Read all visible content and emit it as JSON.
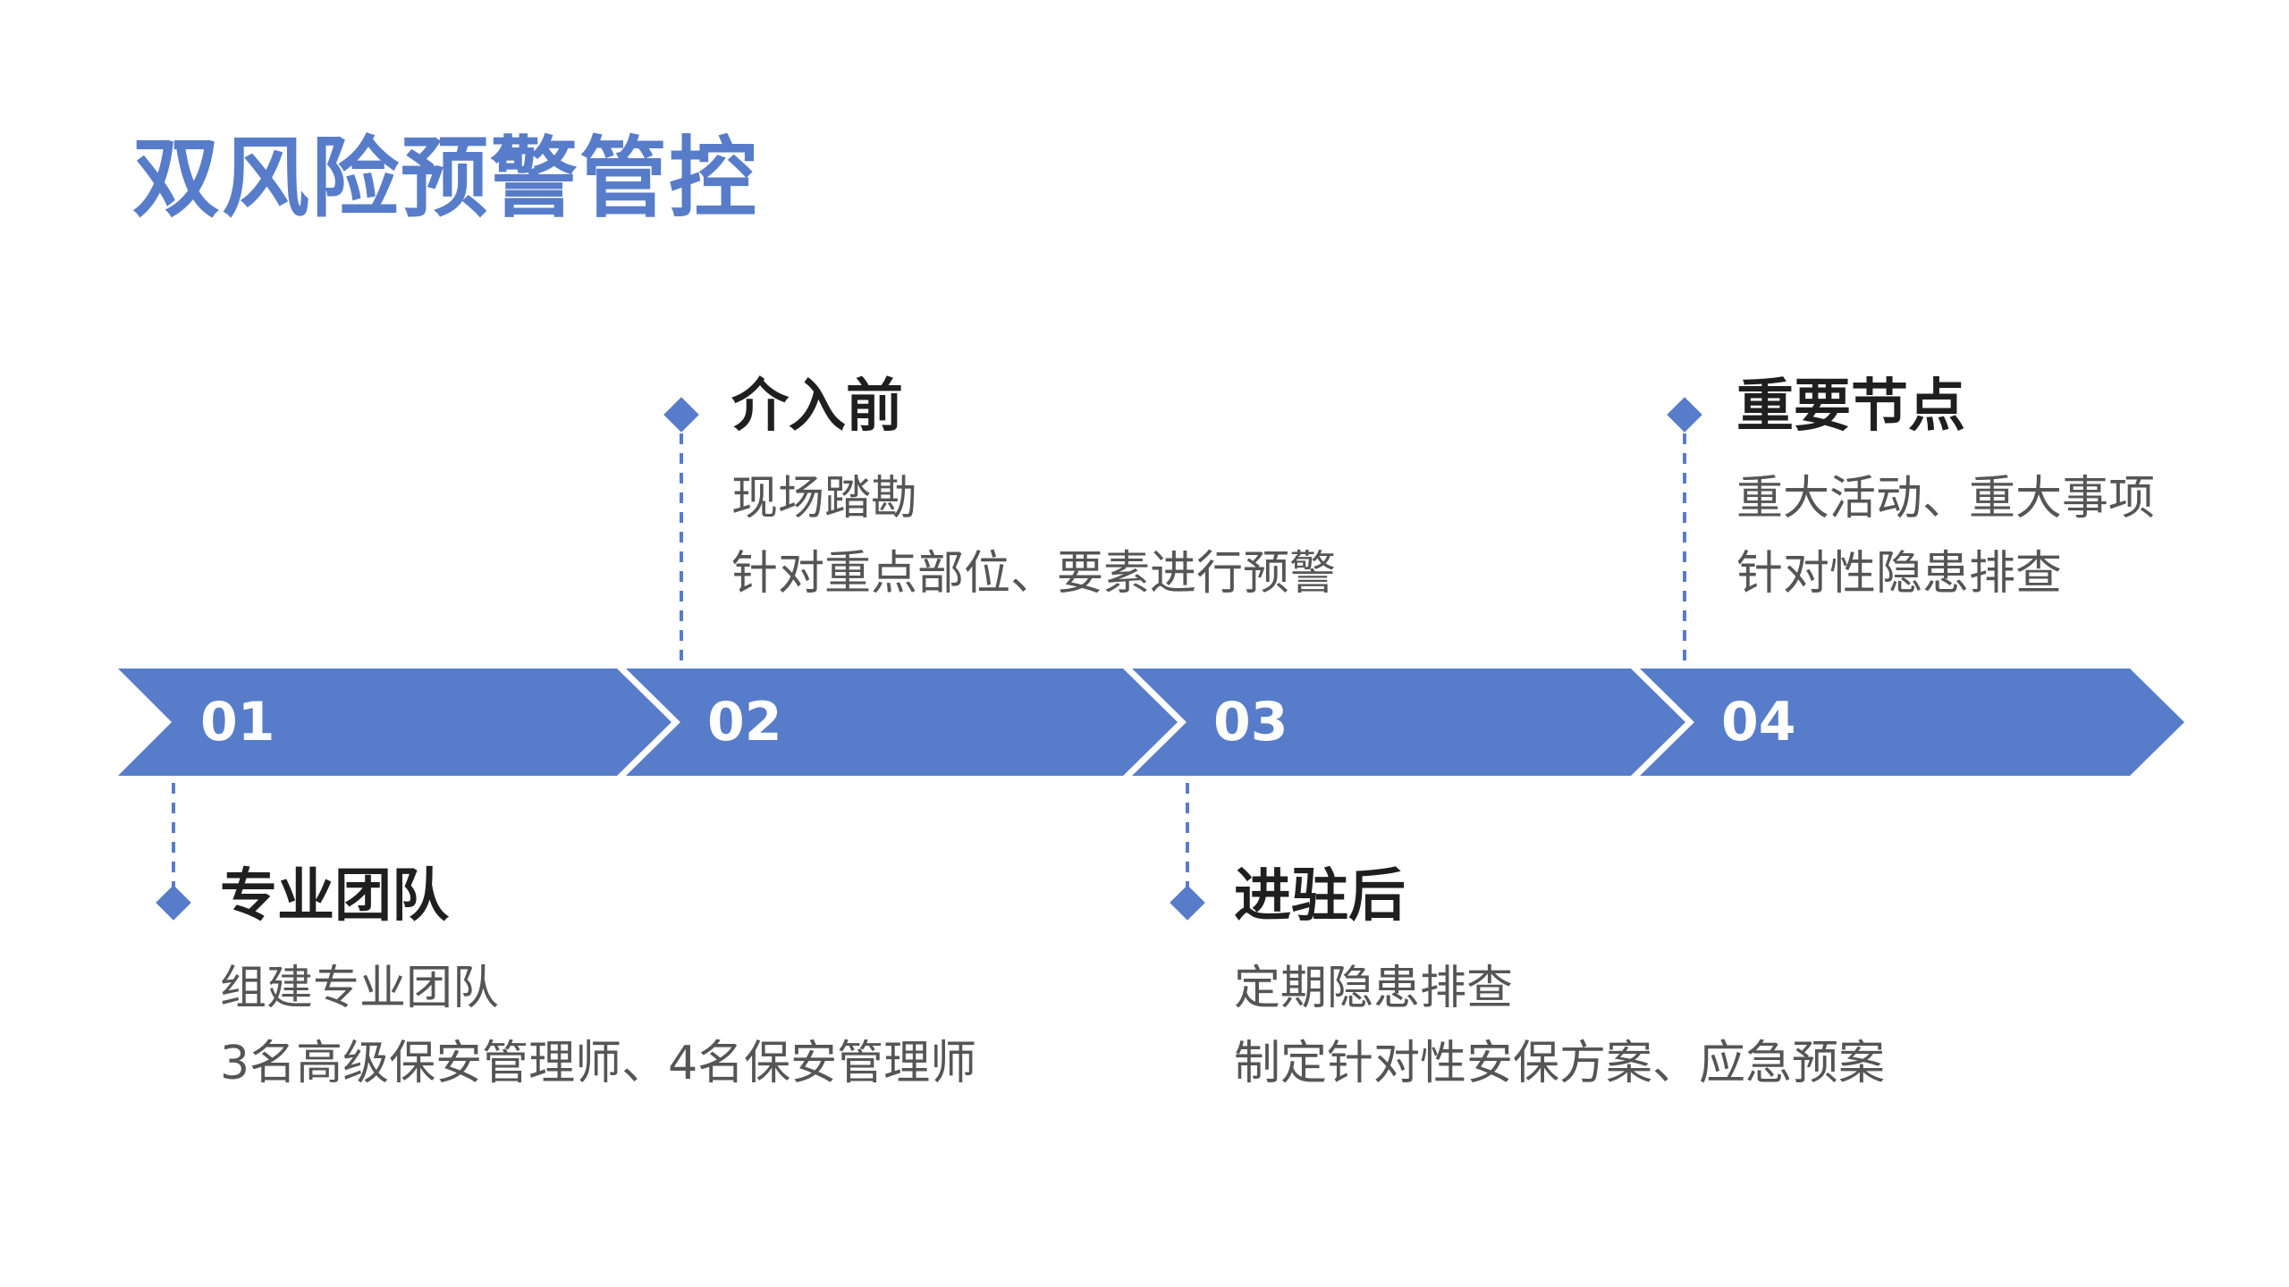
{
  "title": "双风险预警管控",
  "colors": {
    "accent": "#577cca",
    "heading": "#1f1f1f",
    "body": "#555555"
  },
  "steps": [
    "01",
    "02",
    "03",
    "04"
  ],
  "nodes": [
    {
      "title": "专业团队",
      "lines": [
        "组建专业团队",
        "3名高级保安管理师、4名保安管理师"
      ]
    },
    {
      "title": "介入前",
      "lines": [
        "现场踏勘",
        "针对重点部位、要素进行预警"
      ]
    },
    {
      "title": "进驻后",
      "lines": [
        "定期隐患排查",
        "制定针对性安保方案、应急预案"
      ]
    },
    {
      "title": "重要节点",
      "lines": [
        "重大活动、重大事项",
        "针对性隐患排查"
      ]
    }
  ]
}
